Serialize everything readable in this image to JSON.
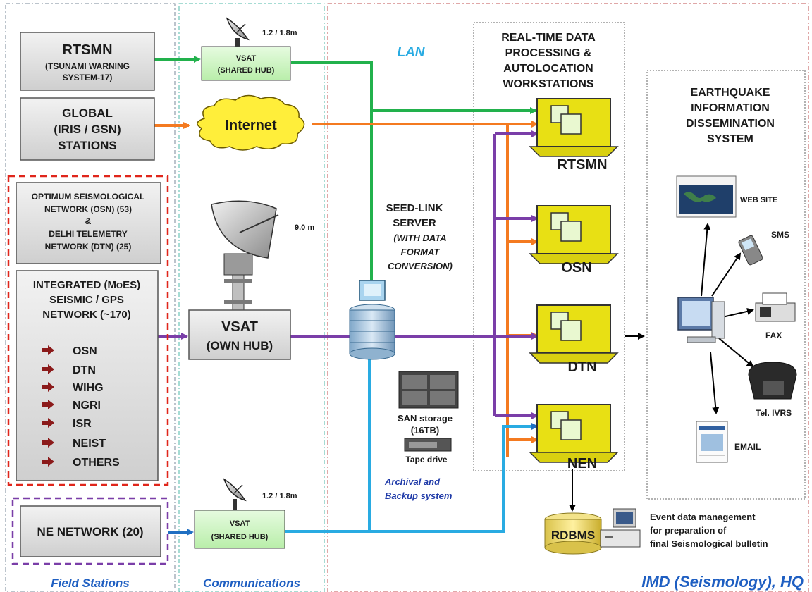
{
  "field_stations": {
    "rtsmn": {
      "line1": "RTSMN",
      "line2": "(TSUNAMI WARNING",
      "line3": "SYSTEM-17)"
    },
    "global": {
      "line1": "GLOBAL",
      "line2": "(IRIS / GSN)",
      "line3": "STATIONS"
    },
    "osn_dtn": {
      "line1": "OPTIMUM SEISMOLOGICAL",
      "line2": "NETWORK (OSN) (53)",
      "line3": "&",
      "line4": "DELHI TELEMETRY",
      "line5": "NETWORK (DTN) (25)"
    },
    "integrated": {
      "line1": "INTEGRATED (MoES)",
      "line2": "SEISMIC / GPS",
      "line3": "NETWORK (~170)",
      "items": [
        "OSN",
        "DTN",
        "WIHG",
        "NGRI",
        "ISR",
        "NEIST",
        "OTHERS"
      ]
    },
    "ne_network": "NE NETWORK (20)"
  },
  "communications": {
    "dish_top_label": "1.2  / 1.8m",
    "vsat_shared_top": {
      "line1": "VSAT",
      "line2": "(SHARED HUB)"
    },
    "internet": "Internet",
    "dish_big_label": "9.0 m",
    "vsat_own": {
      "line1": "VSAT",
      "line2": "(OWN HUB)"
    },
    "dish_bottom_label": "1.2  / 1.8m",
    "vsat_shared_bottom": {
      "line1": "VSAT",
      "line2": "(SHARED HUB)"
    }
  },
  "hq": {
    "lan": "LAN",
    "seedlink": {
      "line1": "SEED-LINK",
      "line2": "SERVER",
      "line3": "(WITH DATA",
      "line4": "FORMAT",
      "line5": "CONVERSION)"
    },
    "san": {
      "line1": "SAN storage",
      "line2": "(16TB)"
    },
    "tape": "Tape drive",
    "archival": {
      "line1": "Archival and",
      "line2": "Backup system"
    },
    "realtime": {
      "line1": "REAL-TIME DATA",
      "line2": "PROCESSING &",
      "line3": "AUTOLOCATION",
      "line4": "WORKSTATIONS"
    },
    "workstations": [
      "RTSMN",
      "OSN",
      "DTN",
      "NEN"
    ],
    "dissemination": {
      "title1": "EARTHQUAKE",
      "title2": "INFORMATION",
      "title3": "DISSEMINATION",
      "title4": "SYSTEM",
      "website": "WEB SITE",
      "sms": "SMS",
      "fax": "FAX",
      "ivrs": "Tel. IVRS",
      "email": "EMAIL"
    },
    "rdbms": "RDBMS",
    "event": {
      "line1": "Event data management",
      "line2": "for preparation of",
      "line3": "final Seismological bulletin"
    }
  },
  "footer": {
    "field_stations": "Field Stations",
    "communications": "Communications",
    "hq": "IMD (Seismology), HQ"
  },
  "colors": {
    "green_line": "#22b14c",
    "orange_line": "#f47a20",
    "purple_line": "#7a3ea8",
    "blue_line": "#29abe2",
    "red_dash": "#e0261b",
    "grey_box": "#dcdcdc",
    "vsat_fill": "#ccf5c2",
    "monitor_fill": "#e8e014",
    "footer_blue": "#1f5fc2"
  }
}
